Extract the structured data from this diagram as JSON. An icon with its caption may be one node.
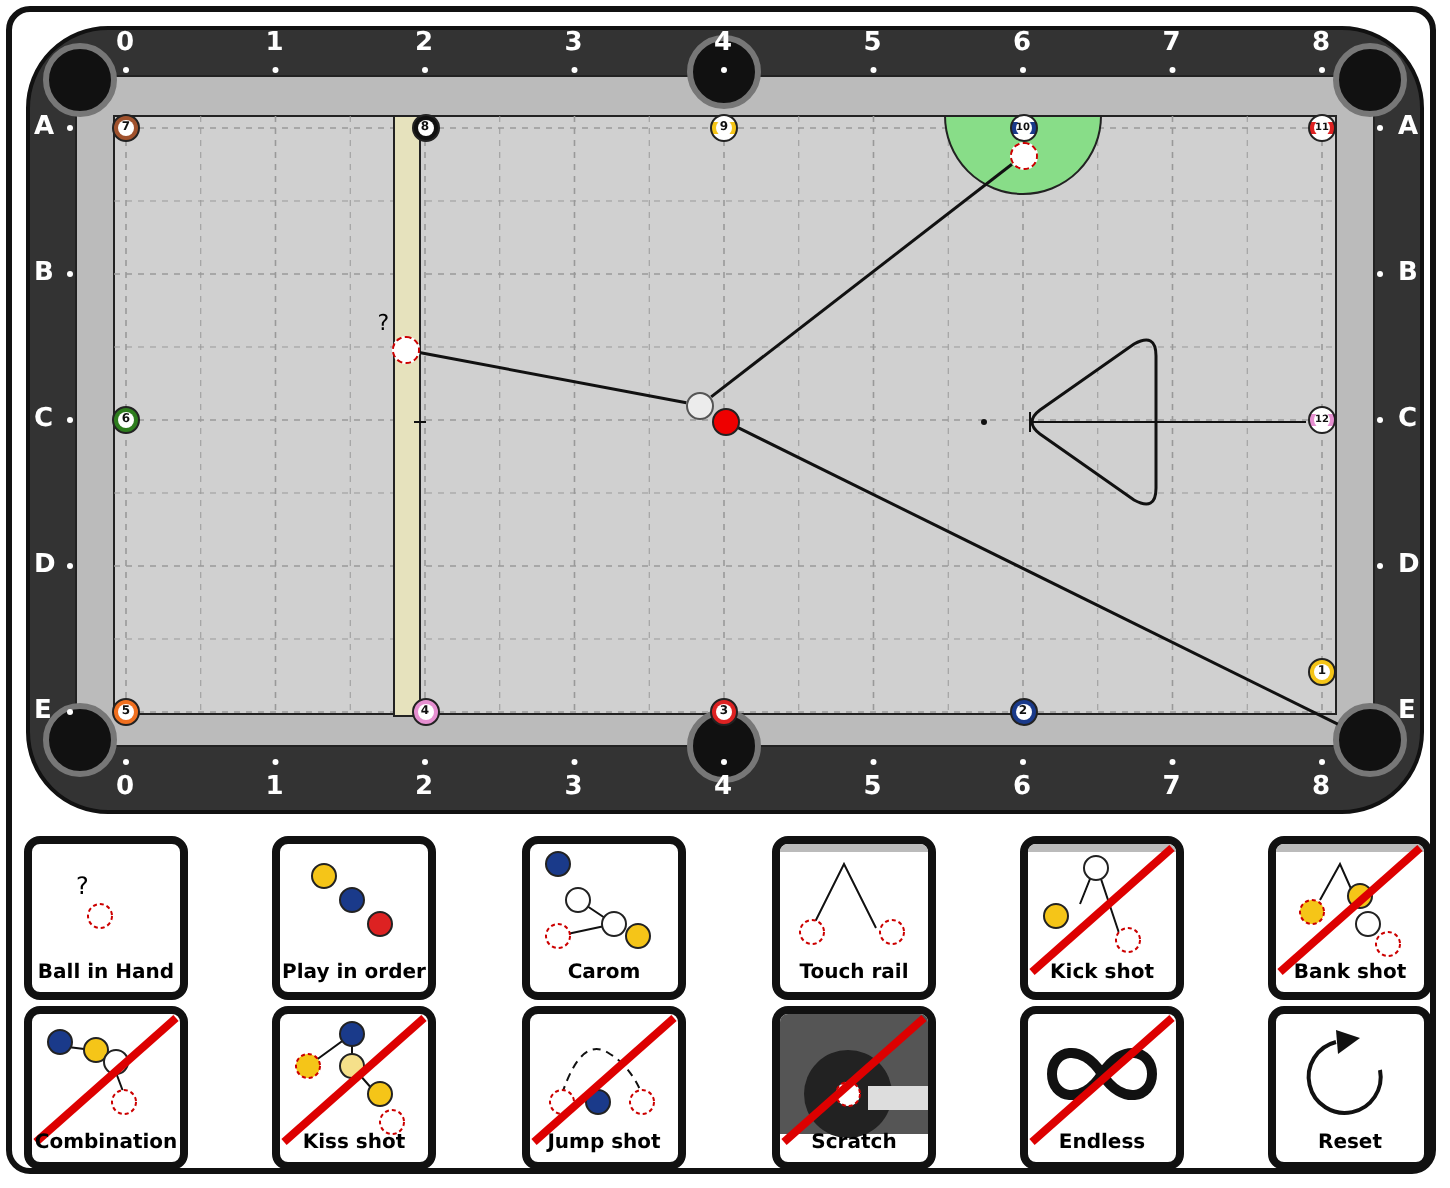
{
  "diagram": {
    "nodes": [
      {
        "text": [
          "7"
        ]
      },
      {
        "text": [
          "8"
        ]
      },
      {
        "text": [
          "9"
        ]
      },
      {
        "text": [
          "10"
        ]
      },
      {
        "text": [
          "11"
        ]
      },
      {
        "text": [],
        "shape": "circle"
      },
      {
        "text": [],
        "shape": "circle",
        "beside": [
          "?"
        ]
      },
      {
        "text": [],
        "shape": "circle"
      },
      {
        "text": [
          "6"
        ]
      },
      {
        "text": [],
        "shape": "circle"
      },
      {
        "text": [
          "12"
        ]
      },
      {
        "text": [
          "1"
        ]
      },
      {
        "text": [
          "5"
        ]
      },
      {
        "text": [
          "4"
        ]
      },
      {
        "text": [
          "3"
        ]
      },
      {
        "text": [
          "2"
        ]
      },
      {
        "text": [
          "?",
          "Ball in Hand"
        ]
      },
      {
        "text": [
          "Play in order"
        ]
      },
      {
        "text": [
          "Carom"
        ]
      },
      {
        "text": [
          "Touch rail"
        ]
      },
      {
        "text": [
          "Kick shot"
        ]
      },
      {
        "text": [
          "Bank shot"
        ]
      },
      {
        "text": [
          "Combination"
        ]
      },
      {
        "text": [
          "Kiss shot"
        ]
      },
      {
        "text": [
          "Jump shot"
        ]
      },
      {
        "text": [
          "Scratch"
        ]
      },
      {
        "text": [
          "Endless"
        ]
      },
      {
        "text": [
          "Reset"
        ]
      },
      {
        "text": [],
        "shape": "circle"
      }
    ],
    "edges": [
      {
        "from": 6,
        "to": 7,
        "arrow": "none"
      },
      {
        "from": 7,
        "to": 5,
        "arrow": "none"
      },
      {
        "from": 9,
        "to": 28,
        "arrow": "none"
      }
    ],
    "labels": [
      "0",
      "1",
      "2",
      "3",
      "4",
      "5",
      "6",
      "7",
      "8",
      "A",
      "A",
      "B",
      "B",
      "C",
      "C",
      "D",
      "D",
      "E",
      "E",
      "0",
      "1",
      "2",
      "3",
      "4",
      "5",
      "6",
      "7",
      "8"
    ]
  }
}
